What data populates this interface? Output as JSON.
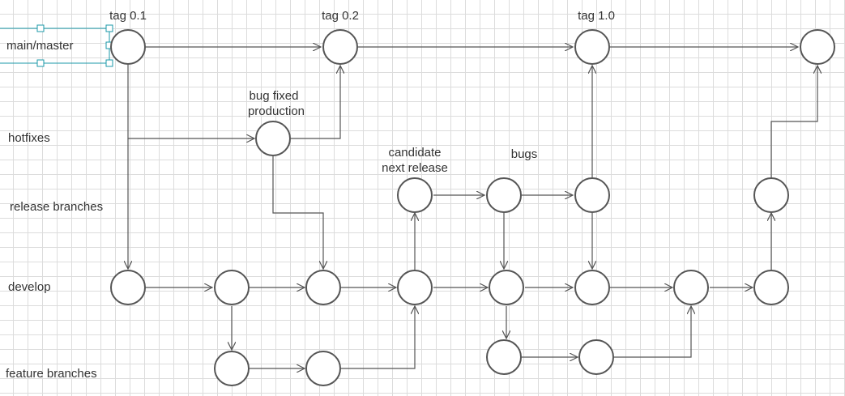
{
  "lanes": {
    "main": "main/master",
    "hotfixes": "hotfixes",
    "release": "release branches",
    "develop": "develop",
    "feature": "feature branches"
  },
  "annotations": {
    "tag_01": "tag 0.1",
    "tag_02": "tag 0.2",
    "tag_10": "tag 1.0",
    "bug_fixed_line1": "bug fixed",
    "bug_fixed_line2": "production",
    "candidate_line1": "candidate",
    "candidate_line2": "next release",
    "bugs": "bugs"
  },
  "colors": {
    "line": "#555555",
    "node_fill": "#ffffff",
    "selection": "#1b98a8",
    "grid": "#dcdcdc"
  }
}
